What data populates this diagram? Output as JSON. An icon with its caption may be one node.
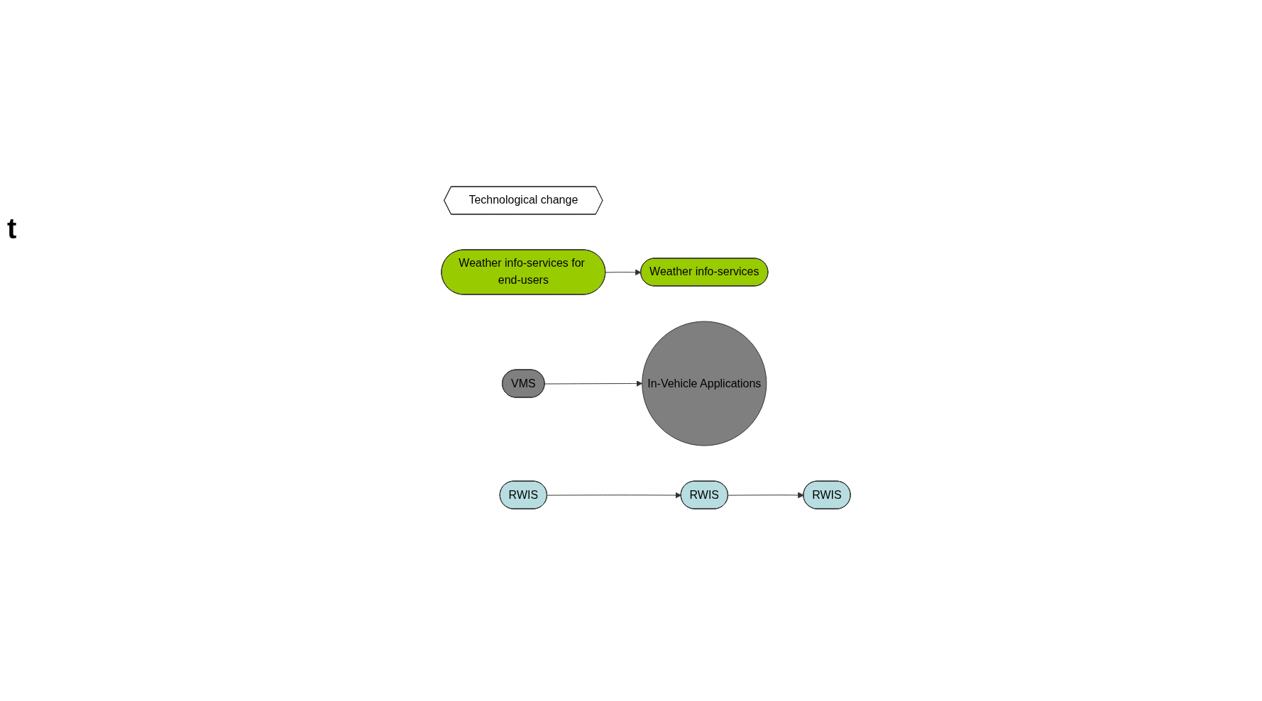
{
  "diagram": {
    "nodes": [
      {
        "text": [
          "RWIS"
        ]
      },
      {
        "text": [
          "Weather info-services"
        ]
      },
      {
        "text": [
          "In-Vehicle Applications"
        ]
      },
      {
        "text": [
          "RWIS"
        ]
      },
      {
        "text": [
          "Technological change"
        ]
      },
      {
        "text": [
          "Weather info-services for end-users"
        ]
      },
      {
        "text": [
          "RWIS"
        ]
      },
      {
        "text": [
          "VMS"
        ]
      }
    ],
    "edges": [
      {
        "from": 3,
        "to": 0,
        "arrow": "to"
      },
      {
        "from": 5,
        "to": 1,
        "arrow": "to"
      },
      {
        "from": 6,
        "to": 3,
        "arrow": "to"
      },
      {
        "from": 7,
        "to": 2,
        "arrow": "to"
      }
    ],
    "labels": [
      "t"
    ]
  }
}
